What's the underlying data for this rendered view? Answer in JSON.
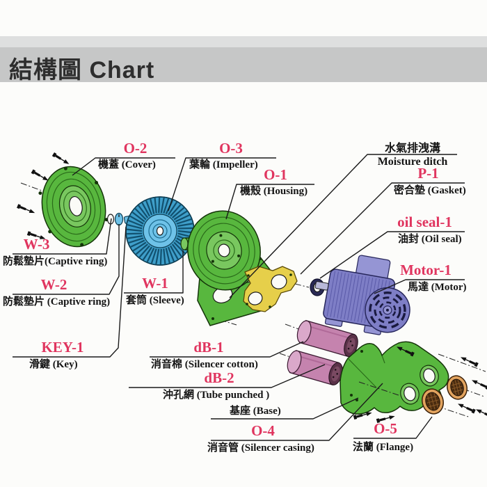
{
  "title_bar": {
    "title": "結構圖 Chart"
  },
  "colors": {
    "label_red": "#e0355f",
    "part_green": "#58b73e",
    "part_green_light": "#79c75f",
    "impeller_blue": "#3f9fca",
    "impeller_blue_light": "#6ec2e8",
    "motor_purple": "#7e7ec6",
    "motor_purple_light": "#9595d4",
    "gasket_yellow": "#e6cf4a",
    "cotton_pink": "#c583ae",
    "cotton_pink_light": "#daa8ca",
    "flange_orange": "#e2a35e",
    "title_band": "#c6c7c7",
    "title_band_light": "#dedfdf",
    "title_text": "#2e2e2e",
    "line_black": "#1a1a1a",
    "page_bg": "#fcfcfa"
  },
  "diagram": {
    "labels": {
      "o2": {
        "code": "O-2",
        "name": "機蓋  (Cover)"
      },
      "o3": {
        "code": "O-3",
        "name": "葉輪  (Impeller)"
      },
      "moisture": {
        "code": "水氣排洩溝",
        "name": "Moisture ditch"
      },
      "o1": {
        "code": "O-1",
        "name": "機殼  (Housing)"
      },
      "p1": {
        "code": "P-1",
        "name": "密合墊  (Gasket)"
      },
      "oil_seal": {
        "code": "oil seal-1",
        "name": "油封  (Oil seal)"
      },
      "motor": {
        "code": "Motor-1",
        "name": "馬達  (Motor)"
      },
      "w3": {
        "code": "W-3",
        "name": "防鬆墊片(Captive ring)"
      },
      "w2": {
        "code": "W-2",
        "name": "防鬆墊片  (Captive ring)"
      },
      "w1": {
        "code": "W-1",
        "name": "套筒  (Sleeve)"
      },
      "key1": {
        "code": "KEY-1",
        "name": "滑鍵  (Key)"
      },
      "db1": {
        "code": "dB-1",
        "name": "消音棉  (Silencer cotton)"
      },
      "db2": {
        "code": "dB-2",
        "name": "沖孔網  (Tube punched )"
      },
      "base": {
        "name": "基座  (Base)"
      },
      "o4": {
        "code": "O-4",
        "name": "消音管  (Silencer casing)"
      },
      "o5": {
        "code": "O-5",
        "name": "法蘭  (Flange)"
      }
    }
  }
}
